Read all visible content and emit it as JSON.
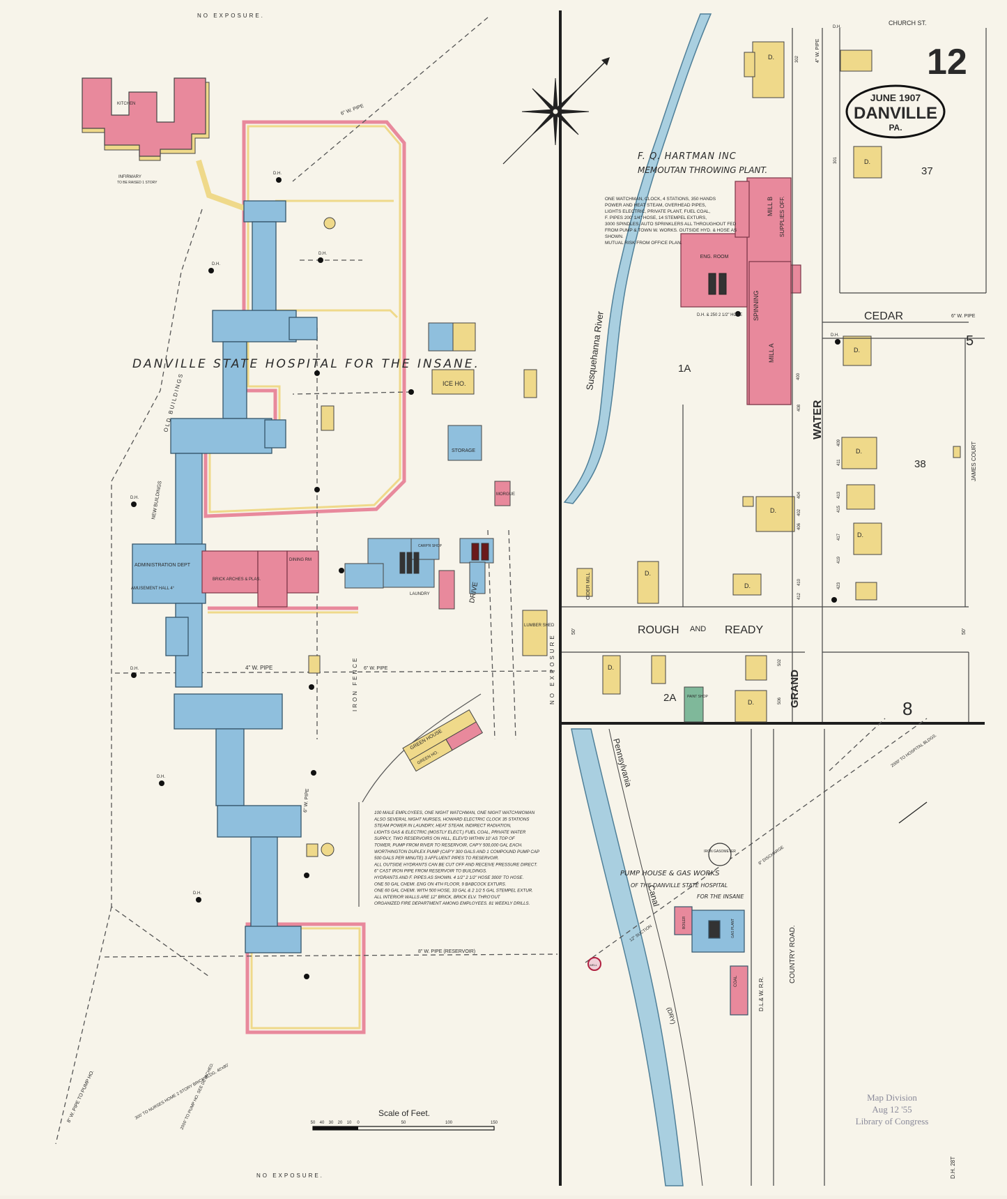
{
  "sheet": {
    "number": "12",
    "cartouche_date": "JUNE 1907",
    "cartouche_city": "DANVILLE",
    "cartouche_state": "PA."
  },
  "title": "DANVILLE STATE HOSPITAL FOR THE INSANE.",
  "plant": {
    "name_line1": "F. Q. HARTMAN INC",
    "name_line2": "MEMOUTAN THROWING PLANT.",
    "note": [
      "ONE WATCHMAN, CLOCK, 4 STATIONS, 350 HANDS",
      "POWER AND HEAT STEAM, OVERHEAD PIPES,",
      "LIGHTS ELECTRIC, PRIVATE PLANT, FUEL COAL,",
      "F. PIPES 200' 1/4\" HOSE, 14 STEMPEL EXTURS,",
      "3000 SPINDLES. AUTO SPRINKLERS ALL THROUGHOUT FED",
      "FROM PUMP & TOWN W. WORKS. OUTSIDE HYD. & HOSE AS",
      "SHOWN.",
      "MUTUAL RISK FROM OFFICE PLAN."
    ],
    "labels": {
      "mill_b": "MILL B",
      "mill_a": "MILL A",
      "spinning": "SPINNING",
      "supplies": "SUPPLIES OFF.",
      "eng": "ENG. ROOM",
      "dh": "D.H. & 250 2 1/2\" HOSE"
    }
  },
  "streets": {
    "church": "CHURCH ST.",
    "cedar": "CEDAR",
    "water": "WATER",
    "rough": "ROUGH",
    "and": "AND",
    "ready": "READY",
    "grand": "GRAND",
    "james_court": "JAMES COURT",
    "country_road": "COUNTRY ROAD.",
    "dlw": "D.L.& W. R.R.",
    "drive": "DRIVE"
  },
  "water": {
    "river": "Susquehanna River",
    "canal_a": "Pennsylvania",
    "canal_b": "Canal",
    "dry": "(DRY)"
  },
  "blocks": [
    "37",
    "5",
    "38",
    "1A",
    "2A",
    "8"
  ],
  "hospital_labels": {
    "admin": "ADMINISTRATION DEPT",
    "amusement": "AMUSEMENT HALL 4°",
    "dining": "DINING RM",
    "kitchen_block": "BRICK ARCHES & PLAS.",
    "laundry": "LAUNDRY",
    "ice": "ICE HO.",
    "storage": "STORAGE",
    "morgue": "MORGUE",
    "carp": "CARP'R SHOP",
    "lumber": "LUMBER SHED",
    "green1": "GREEN HOUSE",
    "green2": "GREEN HO.",
    "old_bldgs": "OLD BUILDINGS",
    "new_bldgs": "NEW BUILDINGS",
    "infirmary": "INFIRMARY",
    "infirmary_note": "TO BE RAISED 1 STORY",
    "kitchen": "KITCHEN",
    "iron_fence": "IRON FENCE",
    "paint": "PAINT SHOP",
    "cider": "CIDER MILL"
  },
  "pipes": {
    "p6_top": "6\" W. PIPE",
    "p4": "4\" W. PIPE",
    "p6_mid": "6\" W. PIPE",
    "p8": "8\" W. PIPE (RESERVOIR)",
    "p6_vert": "6\" W. PIPE",
    "to_pump": "8\" W. PIPE TO PUMP HO.",
    "nurses": "300' TO NURSES HOME 2 STORY BRICK BLDG. 40'x80'",
    "pump_note": "2000' TO PUMP HO. SEE DETACHED.",
    "to_hospital": "2000' TO HOSPITAL BLDGS.",
    "discharge": "8\" DISCHARGE",
    "suction": "12\" SUCTION",
    "well": "WELL",
    "cedar_pipe": "6\" W. PIPE",
    "water_pipe": "4\" W. PIPE"
  },
  "exposure": {
    "top": "NO  EXPOSURE.",
    "bottom": "NO  EXPOSURE.",
    "side": "NO  EXPOSURE"
  },
  "hospital_note": [
    "100 MALE EMPLOYEES, ONE NIGHT WATCHMAN, ONE NIGHT WATCHWOMAN",
    "ALSO SEVERAL NIGHT NURSES, HOWARD ELECTRIC CLOCK 35 STATIONS",
    "STEAM POWER IN LAUNDRY, HEAT STEAM, INDIRECT RADIATION,",
    "LIGHTS GAS & ELECTRIC (MOSTLY ELECT.) FUEL COAL, PRIVATE WATER",
    "SUPPLY, TWO RESERVOIRS ON HILL, ELEV'D WITHIN 10' AS TOP OF",
    "TOWER, PUMP FROM RIVER TO RESERVOIR, CAP'Y 500,000 GAL EACH.",
    "WORTHINGTON DUPLEX PUMP (CAP'Y 300 GALS AND 1 COMPOUND PUMP CAP",
    "500 GALS PER MINUTE) 3 AFFLUENT PIPES TO RESERVOIR.",
    "ALL OUTSIDE HYDRANTS CAN BE CUT OFF AND RECEIVE PRESSURE DIRECT.",
    "6\" CAST IRON PIPE FROM RESERVOIR TO BUILDINGS.",
    "HYDRANTS AND F. PIPES AS SHOWN. 4 1/2\" 2 1/2\" HOSE 3000' TO HOSE.",
    "ONE 50 GAL CHEMI. ENG ON 4TH FLOOR, 9 BABCOCK EXTURS.",
    "ONE 60 GAL CHEMI. WITH 500 HOSE, 33 GAL & 2 1/2 5 GAL STEMPEL EXTUR.",
    "ALL INTERIOR WALLS ARE 12\" BRICK, BRICK ELV. THRO'OUT",
    "ORGANIZED FIRE DEPARTMENT AMONG EMPLOYEES. 81 WEEKLY DRILLS."
  ],
  "pump_house": {
    "line1": "PUMP HOUSE & GAS WORKS",
    "line2": "OF THE DANVILLE STATE HOSPITAL",
    "line3": "FOR THE INSANE",
    "gasometer": "IRON GASOMETER",
    "coal": "COAL",
    "gas_plant": "GAS PLANT",
    "boiler": "BOILER"
  },
  "scale": {
    "title": "Scale of Feet.",
    "ticks": [
      "50",
      "40",
      "30",
      "20",
      "10",
      "0",
      "50",
      "100",
      "150"
    ]
  },
  "stamp": [
    "Map Division",
    "Aug 12 '55",
    "Library of Congress"
  ],
  "corner_mark": "D.H. 28T",
  "house_numbers": [
    "302",
    "301",
    "400",
    "408",
    "409",
    "411",
    "413",
    "415",
    "417",
    "419",
    "423",
    "402",
    "404",
    "406",
    "410",
    "412",
    "502",
    "506",
    "50'",
    "50'"
  ],
  "dwelling_letter": "D.",
  "hydrant_label": "D.H.",
  "colors": {
    "brick": "#e8899c",
    "frame": "#efd98a",
    "stone": "#8fbfdd",
    "water": "#a9cfe0",
    "special": "#7fb89a",
    "paper": "#f7f4ea",
    "ink": "#2a2a2a"
  }
}
